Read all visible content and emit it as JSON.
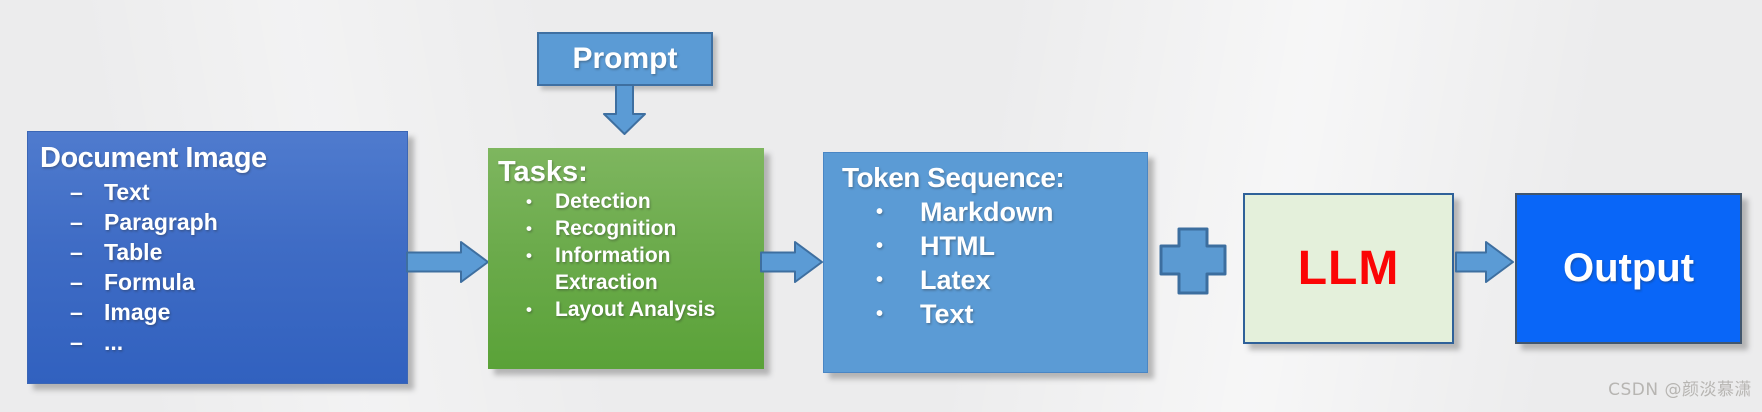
{
  "diagram": {
    "document_image": {
      "title": "Document Image",
      "bullet": "–",
      "items": [
        "Text",
        "Paragraph",
        "Table",
        "Formula",
        "Image",
        "..."
      ]
    },
    "prompt": {
      "label": "Prompt"
    },
    "tasks": {
      "title": "Tasks:",
      "bullet": "•",
      "items": [
        "Detection",
        "Recognition",
        "Information Extraction",
        "Layout Analysis"
      ]
    },
    "token_sequence": {
      "title": "Token Sequence:",
      "bullet": "•",
      "items": [
        "Markdown",
        "HTML",
        "Latex",
        "Text"
      ]
    },
    "llm": {
      "label": "LLM"
    },
    "output": {
      "label": "Output"
    }
  },
  "watermark": {
    "text": "CSDN @颜淡慕潇"
  },
  "palette": {
    "background": "#ececed",
    "doc_box_gradient_top": "#4f7bce",
    "doc_box_gradient_bottom": "#3161bf",
    "accent_blue": "#5b9bd5",
    "accent_blue_border": "#3f70a2",
    "tasks_green_top": "#7eb65f",
    "tasks_green_bottom": "#5aa238",
    "llm_fill": "#e4f0db",
    "llm_border": "#2f6199",
    "llm_text": "#fb0505",
    "output_fill": "#0966f8",
    "text_on_boxes": "#ffffff",
    "watermark_gray": "#b7b5b2"
  }
}
